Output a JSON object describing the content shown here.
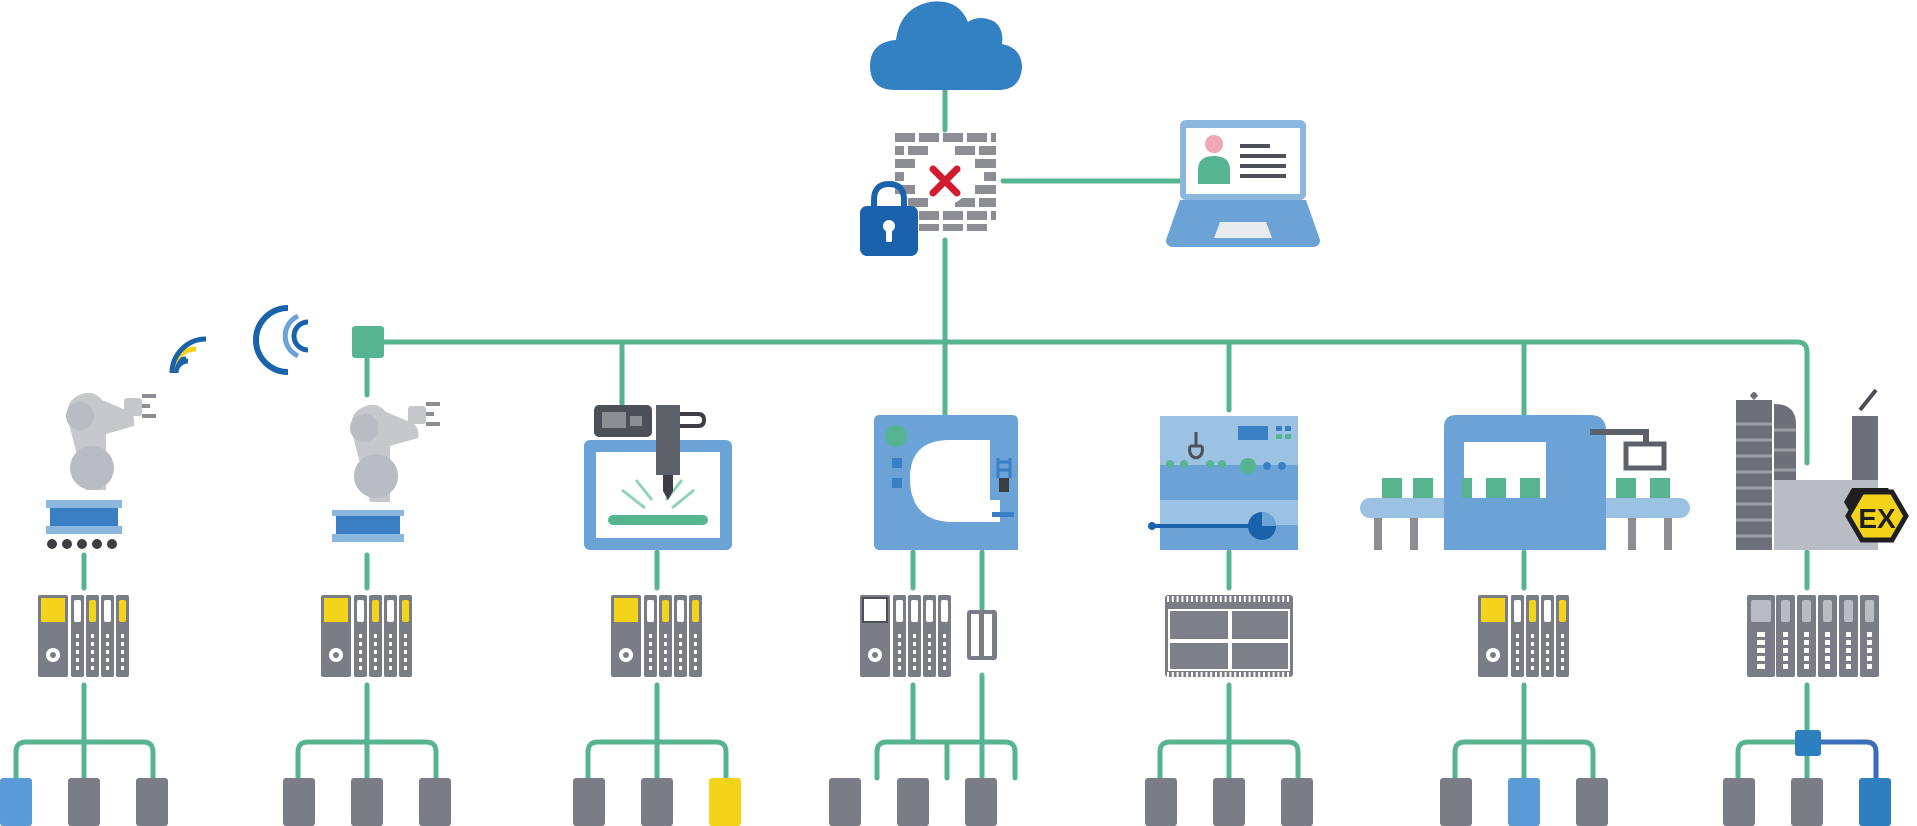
{
  "colors": {
    "line_green": "#57b491",
    "line_blue": "#3a6fb7",
    "cloud_blue": "#3380c2",
    "lock_blue": "#1a63ac",
    "machine_blue": "#6ba3d6",
    "machine_light": "#9cc2e3",
    "gray_dark": "#7a7d86",
    "gray_light": "#b9bcc2",
    "robot_gray": "#c7c8cc",
    "yellow": "#f4d41a",
    "red": "#d21b2e",
    "green_block": "#57b491",
    "white": "#ffffff"
  },
  "icons": {
    "cloud": "cloud-icon",
    "firewall": "firewall-icon",
    "lock": "lock-icon",
    "laptop": "laptop-icon",
    "wireless": "wireless-signal-icon",
    "robot_arm": "robot-arm-icon",
    "printer_3d": "3d-printer-icon",
    "sewing_machine": "sewing-machine-icon",
    "control_cabinet": "control-cabinet-icon",
    "conveyor": "conveyor-machine-icon",
    "chemical_plant": "chemical-plant-icon",
    "io_module": "io-module-icon",
    "sensor": "sensor-block-icon"
  },
  "labels": {
    "ex_badge": "EX"
  },
  "columns": [
    {
      "name": "robot-1",
      "machine": "robot_arm",
      "io": "io-yellow",
      "sensor_colors": [
        "#5b9bd5",
        "#7a7d86",
        "#7a7d86"
      ]
    },
    {
      "name": "robot-2",
      "machine": "robot_arm",
      "io": "io-yellow",
      "sensor_colors": [
        "#7a7d86",
        "#7a7d86",
        "#7a7d86"
      ]
    },
    {
      "name": "printer-3d",
      "machine": "printer_3d",
      "io": "io-yellow",
      "sensor_colors": [
        "#7a7d86",
        "#7a7d86",
        "#f4d41a"
      ]
    },
    {
      "name": "sewing-machine",
      "machine": "sewing_machine",
      "io": "io-white",
      "sensor_colors": [
        "#7a7d86",
        "#7a7d86",
        "#7a7d86"
      ]
    },
    {
      "name": "control-cabinet",
      "machine": "control_cabinet",
      "io": "plc",
      "sensor_colors": [
        "#7a7d86",
        "#7a7d86",
        "#7a7d86"
      ]
    },
    {
      "name": "conveyor",
      "machine": "conveyor",
      "io": "io-yellow",
      "sensor_colors": [
        "#7a7d86",
        "#5b9bd5",
        "#7a7d86"
      ]
    },
    {
      "name": "chemical-plant",
      "machine": "chemical_plant",
      "io": "io-ex",
      "sensor_colors": [
        "#7a7d86",
        "#7a7d86",
        "#2e7fc0"
      ]
    }
  ]
}
